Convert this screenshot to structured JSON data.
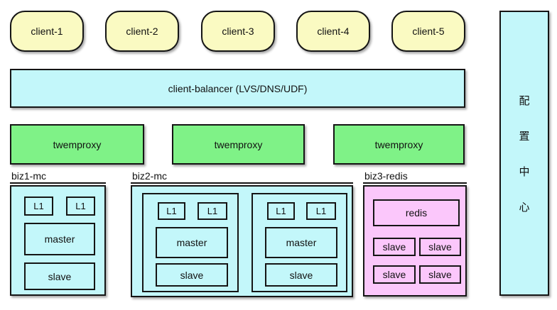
{
  "colors": {
    "yellow": "#FAFAC2",
    "cyan": "#C3F7FA",
    "green": "#7FF287",
    "pink": "#FBC7FB"
  },
  "clients": [
    "client-1",
    "client-2",
    "client-3",
    "client-4",
    "client-5"
  ],
  "balancer": {
    "label": "client-balancer (LVS/DNS/UDF)"
  },
  "proxies": [
    {
      "label": "twemproxy"
    },
    {
      "label": "twemproxy"
    },
    {
      "label": "twemproxy"
    }
  ],
  "clusters": {
    "biz1": {
      "title": "biz1-mc",
      "l1_nodes": [
        "L1",
        "L1"
      ],
      "master": "master",
      "slave": "slave"
    },
    "biz2": {
      "title": "biz2-mc",
      "shards": [
        {
          "l1_nodes": [
            "L1",
            "L1"
          ],
          "master": "master",
          "slave": "slave"
        },
        {
          "l1_nodes": [
            "L1",
            "L1"
          ],
          "master": "master",
          "slave": "slave"
        }
      ]
    },
    "biz3": {
      "title": "biz3-redis",
      "master": "redis",
      "slaves": [
        "slave",
        "slave",
        "slave",
        "slave"
      ]
    }
  },
  "config_center": {
    "label": "配置中心",
    "chars": [
      "配",
      "置",
      "中",
      "心"
    ]
  }
}
